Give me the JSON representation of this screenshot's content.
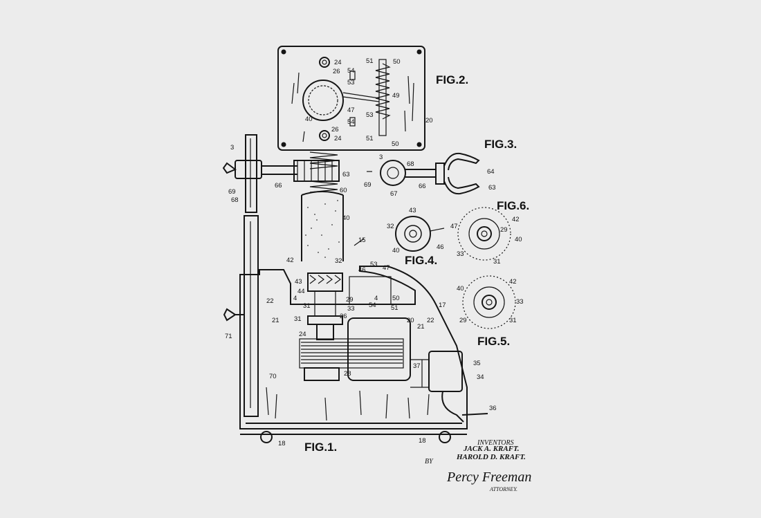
{
  "figures": {
    "fig1": "FIG.1.",
    "fig2": "FIG.2.",
    "fig3": "FIG.3.",
    "fig4": "FIG.4.",
    "fig5": "FIG.5.",
    "fig6": "FIG.6."
  },
  "inventors_heading": "INVENTORS",
  "inventor_1": "JACK A. KRAFT.",
  "inventor_2": "HAROLD D. KRAFT.",
  "by_label": "BY",
  "signature": "Percy Freeman",
  "attorney_label": "ATTORNEY.",
  "refs": {
    "r3": "3",
    "r15": "15",
    "r17": "17",
    "r18": "18",
    "r20": "20",
    "r21": "21",
    "r22": "22",
    "r24": "24",
    "r26": "26",
    "r28": "28",
    "r29": "29",
    "r31": "31",
    "r32": "32",
    "r33": "33",
    "r34": "34",
    "r35": "35",
    "r36": "36",
    "r37": "37",
    "r40": "40",
    "r42": "42",
    "r43": "43",
    "r44": "44",
    "r46": "46",
    "r47": "47",
    "r49": "49",
    "r50": "50",
    "r51": "51",
    "r53": "53",
    "r54": "54",
    "r60": "60",
    "r63": "63",
    "r64": "64",
    "r66": "66",
    "r67": "67",
    "r68": "68",
    "r69": "69",
    "r70": "70",
    "r71": "71",
    "r4": "4"
  }
}
